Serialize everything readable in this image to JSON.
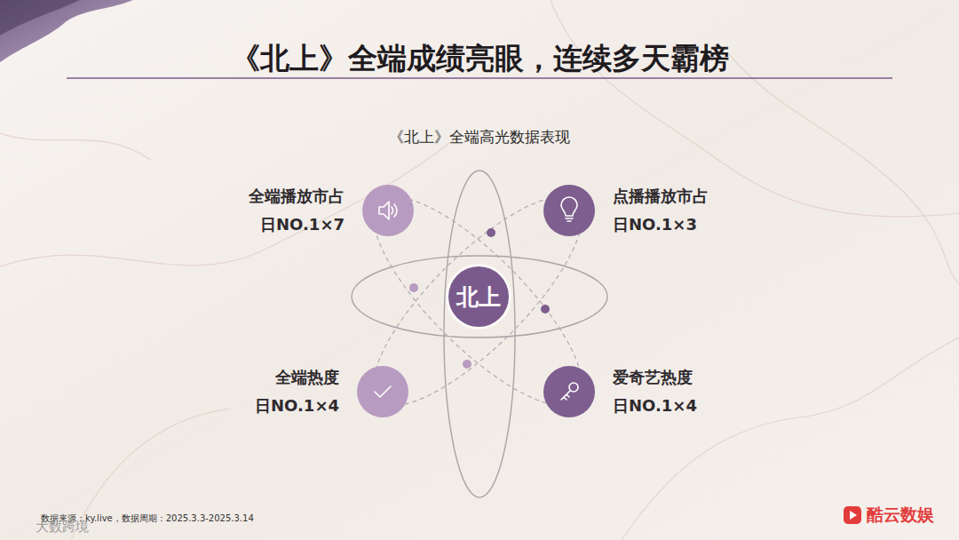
{
  "diagram": {
    "title": "《北上》全端成绩亮眼，连续多天霸榜",
    "nodes": [
      {
        "text": [
          "全端播放市占",
          "日NO.1×7"
        ]
      },
      {
        "text": [
          "点播播放市占",
          "日NO.1×3"
        ]
      },
      {
        "text": [
          "北上"
        ]
      },
      {
        "text": [
          "全端热度",
          "日NO.1×4"
        ]
      },
      {
        "text": [
          "爱奇艺热度",
          "日NO.1×4"
        ]
      }
    ],
    "labels": [
      "《北上》全端高光数据表现",
      "数据来源：ky.live，数据周期：2025.3.3-2025.3.14",
      "酷云数娱",
      "大数跨境"
    ]
  }
}
